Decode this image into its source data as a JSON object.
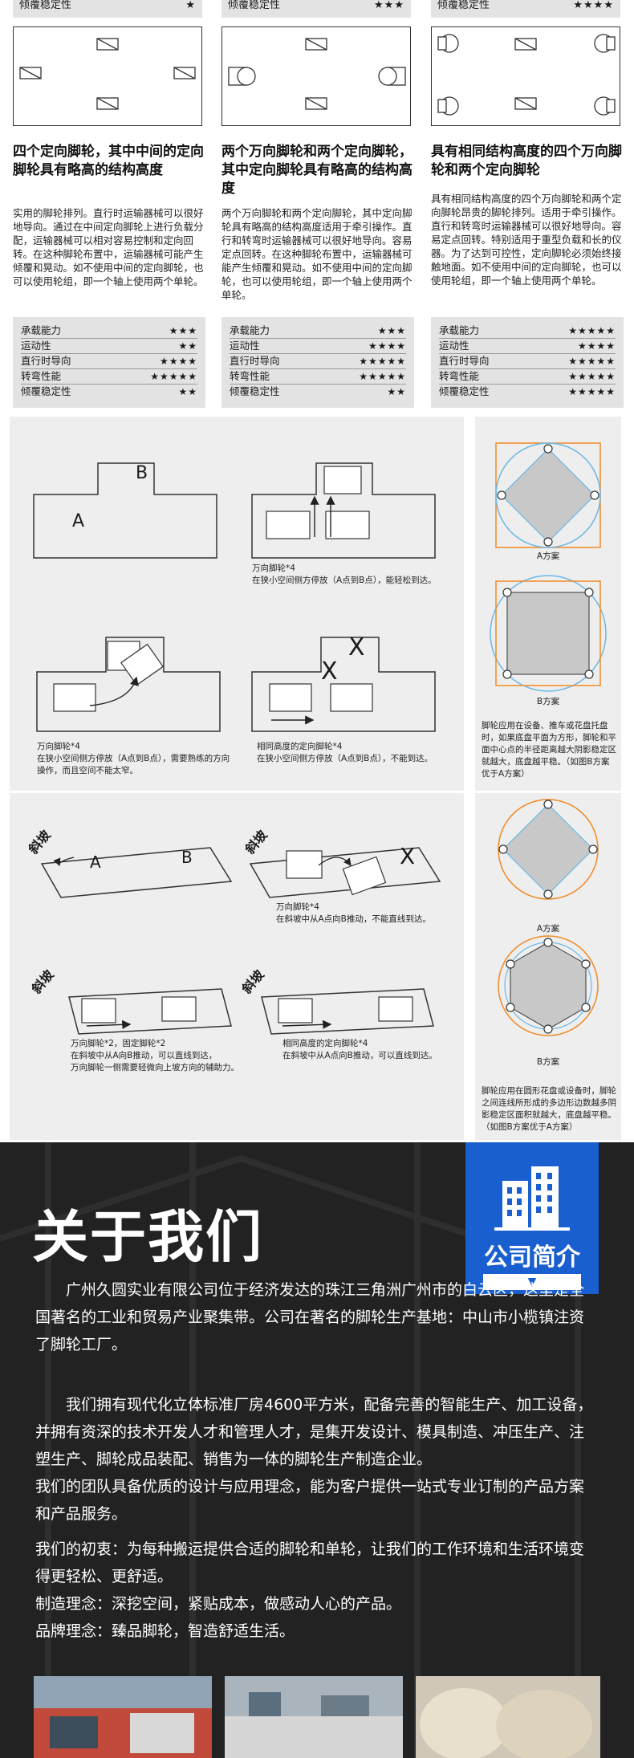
{
  "top_strip": [
    {
      "label": "倾覆稳定性",
      "stars": "★"
    },
    {
      "label": "倾覆稳定性",
      "stars": "★★★"
    },
    {
      "label": "倾覆稳定性",
      "stars": "★★★★"
    }
  ],
  "columns": [
    {
      "title": "四个定向脚轮，其中中间的定向脚轮具有略高的结构高度",
      "desc": "实用的脚轮排列。直行时运输器械可以很好地导向。通过在中间定向脚轮上进行负载分配，运输器械可以相对容易控制和定向回转。在这种脚轮布置中，运输器械可能产生倾覆和晃动。如不使用中间的定向脚轮，也可以使用轮组，即一个轴上使用两个单轮。",
      "ratings": [
        {
          "label": "承载能力",
          "stars": "★★★"
        },
        {
          "label": "运动性",
          "stars": "★★"
        },
        {
          "label": "直行时导向",
          "stars": "★★★★"
        },
        {
          "label": "转弯性能",
          "stars": "★★★★★"
        },
        {
          "label": "倾覆稳定性",
          "stars": "★★"
        }
      ]
    },
    {
      "title": "两个万向脚轮和两个定向脚轮，其中定向脚轮具有略高的结构高度",
      "desc": "两个万向脚轮和两个定向脚轮，其中定向脚轮具有略高的结构高度适用于牵引操作。直行和转弯时运输器械可以很好地导向。容易定点回转。在这种脚轮布置中，运输器械可能产生倾覆和晃动。如不使用中间的定向脚轮，也可以使用轮组，即一个轴上使用两个单轮。",
      "ratings": [
        {
          "label": "承载能力",
          "stars": "★★★"
        },
        {
          "label": "运动性",
          "stars": "★★★★"
        },
        {
          "label": "直行时导向",
          "stars": "★★★★★"
        },
        {
          "label": "转弯性能",
          "stars": "★★★★★"
        },
        {
          "label": "倾覆稳定性",
          "stars": "★★"
        }
      ]
    },
    {
      "title": "具有相同结构高度的四个万向脚轮和两个定向脚轮",
      "desc": "具有相同结构高度的四个万向脚轮和两个定向脚轮昂贵的脚轮排列。适用于牵引操作。直行和转弯时运输器械可以很好地导向。容易定点回转。特别适用于重型负载和长的仪器。为了达到可控性，定向脚轮必须始终接触地面。如不使用中间的定向脚轮，也可以使用轮组，即一个轴上使用两个单轮。",
      "ratings": [
        {
          "label": "承载能力",
          "stars": "★★★★★"
        },
        {
          "label": "运动性",
          "stars": "★★★★"
        },
        {
          "label": "直行时导向",
          "stars": "★★★★★"
        },
        {
          "label": "转弯性能",
          "stars": "★★★★★"
        },
        {
          "label": "倾覆稳定性",
          "stars": "★★★★★"
        }
      ]
    }
  ],
  "diagrams": {
    "letter_a": "A",
    "letter_b": "B",
    "letter_x": "X",
    "slope": "斜坡",
    "cap1": "万向脚轮*4\n在狭小空间侧方停放（A点到B点），能轻松到达。",
    "cap2": "万向脚轮*4\n在狭小空间侧方停放（A点到B点），需要熟练的方向操作，而且空间不能太窄。",
    "cap3": "相同高度的定向脚轮*4\n在狭小空间侧方停放（A点到B点），不能到达。",
    "cap4": "万向脚轮*4\n在斜坡中从A点向B推动，不能直线到达。",
    "cap5": "万向脚轮*2，固定脚轮*2\n在斜坡中从A向B推动，可以直线到达，\n万向脚轮一侧需要轻微向上坡方向的辅助力。",
    "cap6": "相同高度的定向脚轮*4\n在斜坡中从A点向B推动，可以直线到达。",
    "plan_a": "A方案",
    "plan_b": "B方案",
    "side_note1": "脚轮应用在设备、推车或花盘托盘时，如果底盘平面为方形，脚轮和平面中心点的半径距离越大阴影稳定区就越大，底盘越平稳。（如图B方案优于A方案）",
    "side_note2": "脚轮应用在圆形花盘或设备时，脚轮之间连线所形成的多边形边数越多阴影稳定区面积就越大，底盘越平稳。（如图B方案优于A方案）"
  },
  "about": {
    "title": "关于我们",
    "badge": "公司简介",
    "badge_arrow": "▼",
    "p1": "广州久圆实业有限公司位于经济发达的珠江三角洲广州市的白云区，这里是全国著名的工业和贸易产业聚集带。公司在著名的脚轮生产基地：中山市小榄镇注资了脚轮工厂。",
    "p2": "我们拥有现代化立体标准厂房4600平方米，配备完善的智能生产、加工设备，并拥有资深的技术开发人才和管理人才，是集开发设计、模具制造、冲压生产、注塑生产、脚轮成品装配、销售为一体的脚轮生产制造企业。",
    "p3": "我们的团队具备优质的设计与应用理念，能为客户提供一站式专业订制的产品方案和产品服务。",
    "p4": "我们的初衷：为每种搬运提供合适的脚轮和单轮，让我们的工作环境和生活环境变得更轻松、更舒适。",
    "p5": "制造理念：深挖空间，紧贴成本，做感动人心的产品。",
    "p6": "品牌理念：臻品脚轮，智造舒适生活。"
  },
  "colors": {
    "accent_blue": "#1a5fcf",
    "orange": "#f08a24",
    "sky": "#6ab8e6",
    "dark_bg": "#202020"
  }
}
